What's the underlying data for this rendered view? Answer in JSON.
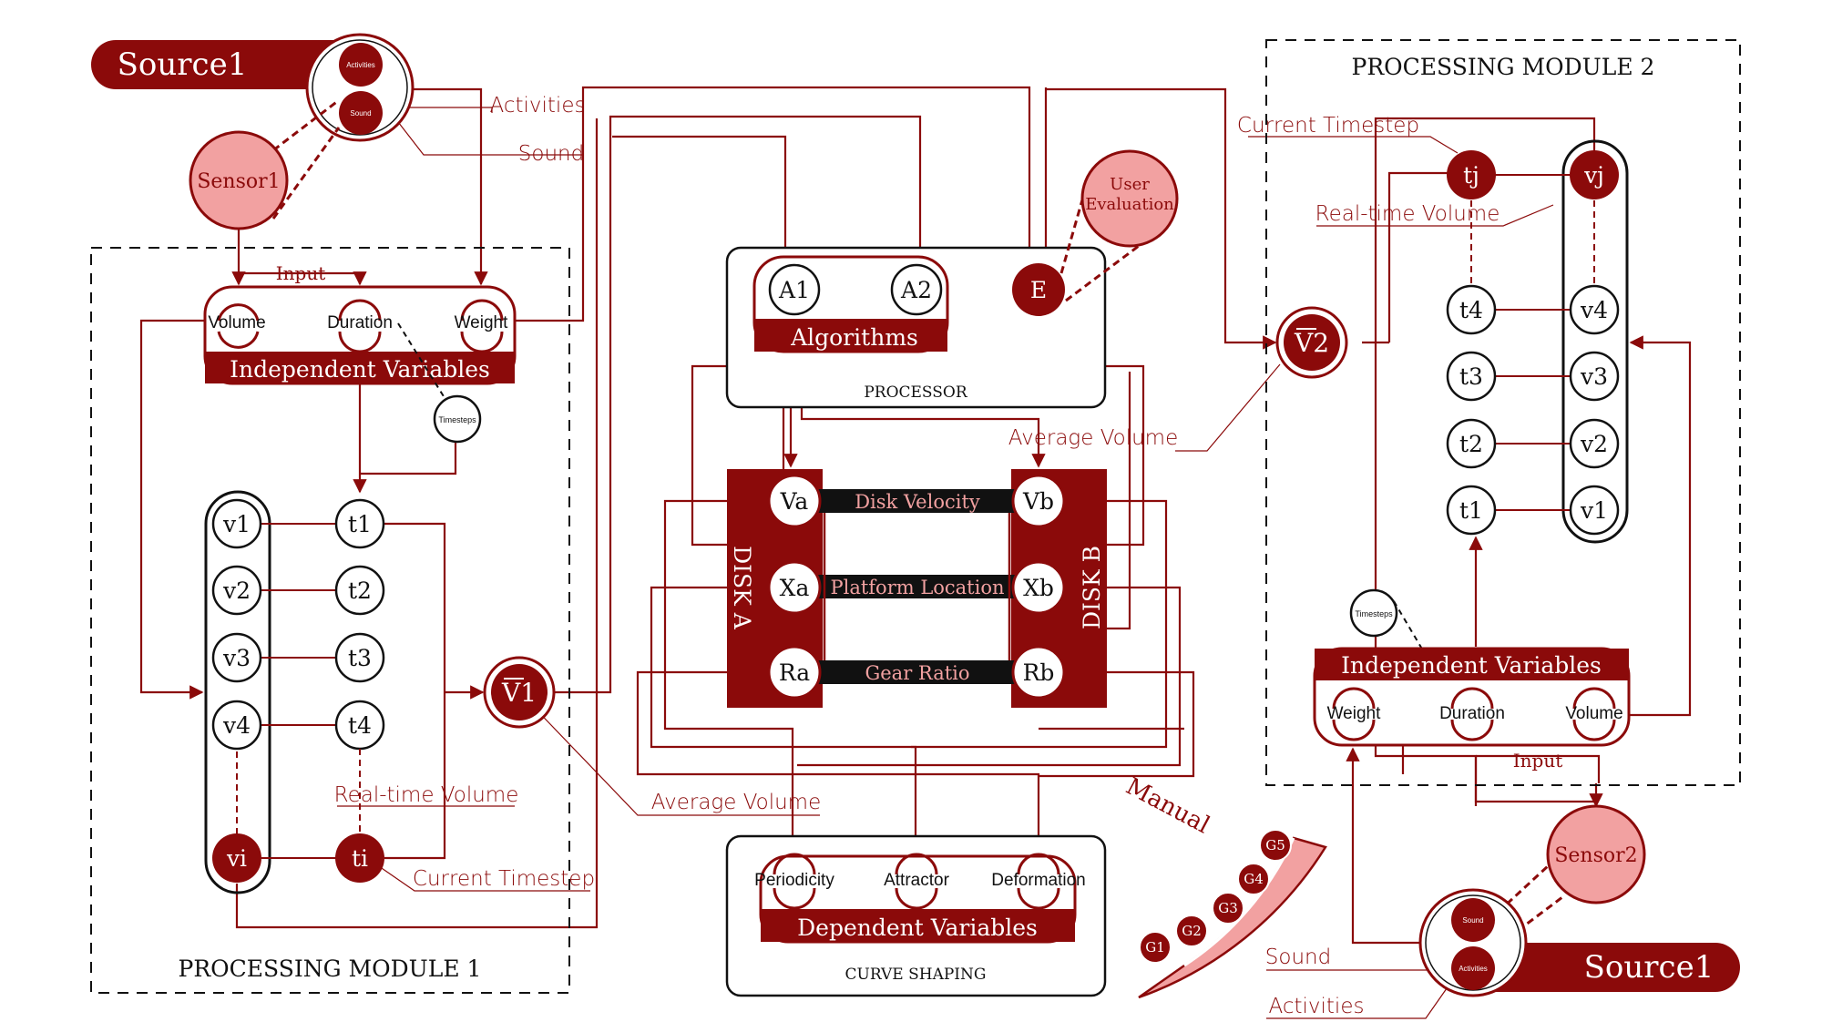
{
  "colors": {
    "dark_red": "#8b0a0a",
    "pink": "#f2a1a1",
    "black": "#111111",
    "white": "#ffffff"
  },
  "source1": {
    "label": "Source1",
    "activities": "Activities",
    "sound": "Sound"
  },
  "source2": {
    "label": "Source1",
    "activities": "Activities",
    "sound": "Sound"
  },
  "sensor1": "Sensor1",
  "sensor2": "Sensor2",
  "user_evaluation": {
    "line1": "User",
    "line2": "Evaluation"
  },
  "links": {
    "activities_1": "Activities",
    "sound_1": "Sound",
    "activities_2": "Activities",
    "sound_2": "Sound"
  },
  "module1": {
    "title": "PROCESSING MODULE 1",
    "input": "Input",
    "iv_title": "Independent Variables",
    "iv_items": [
      "Volume",
      "Duration",
      "Weight"
    ],
    "timesteps": "Timesteps",
    "v_nodes": [
      "v1",
      "v2",
      "v3",
      "v4",
      "vi"
    ],
    "t_nodes": [
      "t1",
      "t2",
      "t3",
      "t4",
      "ti"
    ],
    "avg_node": "V1",
    "realtime_volume": "Real-time Volume",
    "current_timestep": "Current Timestep",
    "average_volume": "Average Volume"
  },
  "module2": {
    "title": "PROCESSING MODULE 2",
    "input": "Input",
    "iv_title": "Independent Variables",
    "iv_items": [
      "Weight",
      "Duration",
      "Volume"
    ],
    "timesteps": "Timesteps",
    "v_nodes": [
      "vj",
      "v4",
      "v3",
      "v2",
      "v1"
    ],
    "t_nodes": [
      "tj",
      "t4",
      "t3",
      "t2",
      "t1"
    ],
    "avg_node": "V2",
    "realtime_volume": "Real-time Volume",
    "current_timestep": "Current Timestep",
    "average_volume": "Average Volume"
  },
  "processor": {
    "title": "PROCESSOR",
    "algorithms_label": "Algorithms",
    "nodes": [
      "A1",
      "A2",
      "E"
    ]
  },
  "disks": {
    "disk_a": "DISK A",
    "disk_b": "DISK B",
    "a_nodes": [
      "Va",
      "Xa",
      "Ra"
    ],
    "b_nodes": [
      "Vb",
      "Xb",
      "Rb"
    ],
    "bars": [
      "Disk Velocity",
      "Platform Location",
      "Gear Ratio"
    ]
  },
  "curve_shaping": {
    "title": "CURVE SHAPING",
    "dv_label": "Dependent Variables",
    "items": [
      "Periodicity",
      "Attractor",
      "Deformation"
    ]
  },
  "manual": {
    "label": "Manual",
    "gears": [
      "G1",
      "G2",
      "G3",
      "G4",
      "G5"
    ]
  }
}
